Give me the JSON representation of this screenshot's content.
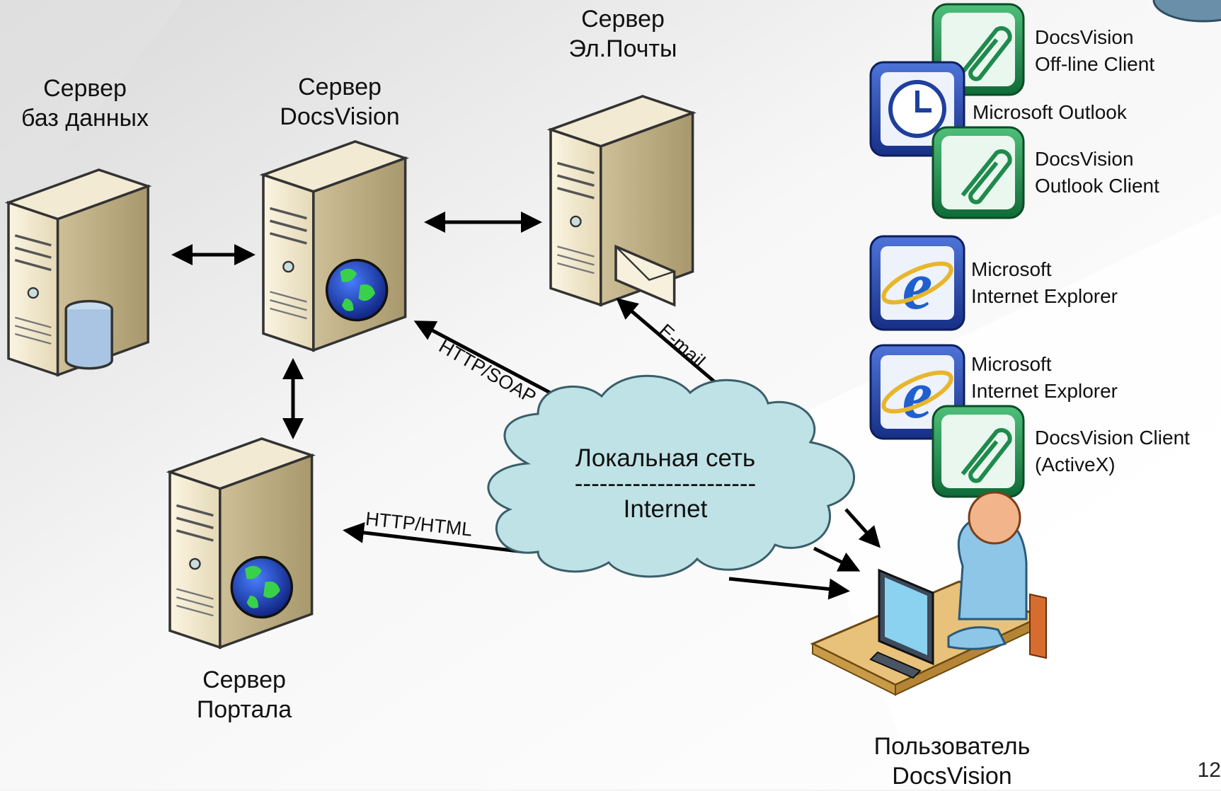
{
  "nodes": {
    "db_server": {
      "line1": "Сервер",
      "line2": "баз данных"
    },
    "dv_server": {
      "line1": "Сервер",
      "line2": "DocsVision"
    },
    "mail_server": {
      "line1": "Сервер",
      "line2": "Эл.Почты"
    },
    "portal_server": {
      "line1": "Сервер",
      "line2": "Портала"
    },
    "user": {
      "line1": "Пользователь",
      "line2": "DocsVision"
    }
  },
  "network": {
    "top": "Локальная сеть",
    "divider": "----------------------",
    "bottom": "Internet"
  },
  "links": {
    "soap": "HTTP/SOAP",
    "email": "E-mail",
    "html": "HTTP/HTML"
  },
  "apps": {
    "offline": {
      "line1": "DocsVision",
      "line2": "Off-line Client"
    },
    "outlook": {
      "line1": "Microsoft Outlook"
    },
    "outlook_client": {
      "line1": "DocsVision",
      "line2": "Outlook Client"
    },
    "ie1": {
      "line1": "Microsoft",
      "line2": "Internet Explorer"
    },
    "ie2": {
      "line1": "Microsoft",
      "line2": "Internet Explorer"
    },
    "activex": {
      "line1": "DocsVision Client",
      "line2": "(ActiveX)"
    }
  },
  "page_number": "12",
  "colors": {
    "server_body": "#e9dfc4",
    "cloud": "#bfe2e6",
    "app_green": "#1f8a4c",
    "app_blue": "#1f3f9c"
  }
}
